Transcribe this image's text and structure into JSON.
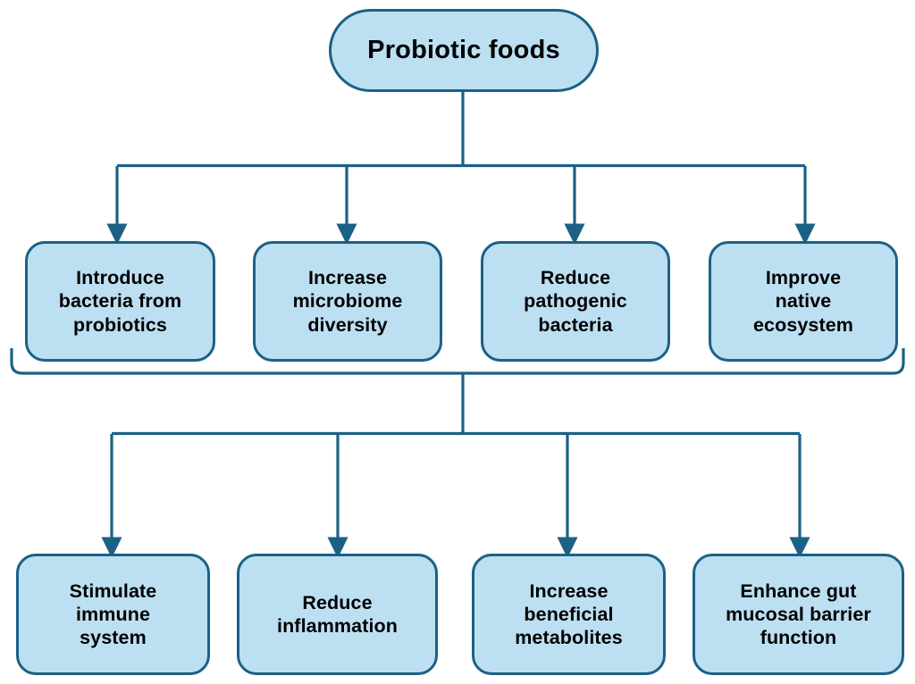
{
  "diagram": {
    "title": "Probiotic foods",
    "type": "flowchart",
    "orientation": "top-down",
    "colors": {
      "node_fill": "#bddff2",
      "node_border": "#1b6186",
      "connector": "#1b6186",
      "text": "#000000",
      "background": "#ffffff"
    },
    "root": {
      "label": "Probiotic foods"
    },
    "row2": {
      "nodes": [
        {
          "label": "Introduce\nbacteria from\nprobiotics"
        },
        {
          "label": "Increase\nmicrobiome\ndiversity"
        },
        {
          "label": "Reduce\npathogenic\nbacteria"
        },
        {
          "label": "Improve\nnative\necosystem"
        }
      ]
    },
    "row3": {
      "nodes": [
        {
          "label": "Stimulate\nimmune\nsystem"
        },
        {
          "label": "Reduce\ninflammation"
        },
        {
          "label": "Increase\nbeneficial\nmetabolites"
        },
        {
          "label": "Enhance gut\nmucosal barrier\nfunction"
        }
      ]
    },
    "connectors": {
      "root_to_row2": "one-to-four split with arrowheads",
      "row2_to_row3": "four-to-one merge bracket then one-to-four split with arrowheads"
    }
  }
}
